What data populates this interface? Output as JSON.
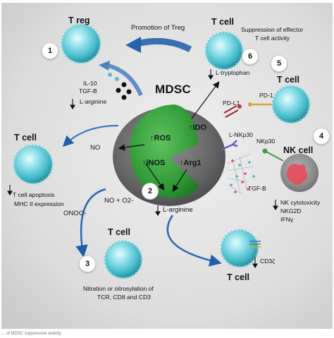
{
  "center": {
    "title": "MDSC",
    "enzymes": [
      "ROS",
      "IDO",
      "iNOS",
      "Arg1"
    ]
  },
  "cells": {
    "treg": "T reg",
    "t_top": "T cell",
    "t_right": "T cell",
    "t_left": "T cell",
    "t_bottom_left": "T cell",
    "t_bottom_right": "T cell",
    "nk": "NK cell"
  },
  "numbers": [
    "1",
    "2",
    "3",
    "4",
    "5",
    "6"
  ],
  "labels": {
    "promotion_treg": "Promotion of Treg",
    "suppression_line1": "Suppression of effector",
    "suppression_line2": "T cell activity",
    "il10": "IL-10",
    "tgfb_left": "TGF-B",
    "larginine_left": "L-arginine",
    "ltryptophan": "L-tryptophan",
    "pdl1": "PD-L1",
    "pd1": "PD-1",
    "lnkp30": "L-NKp30",
    "nkp30": "NKp30",
    "tgfb_center": "TGF-B",
    "no": "NO",
    "no_o2": "NO + O2-",
    "onoo": "ONOO-",
    "larginine_center": "L-arginine",
    "apoptosis": "T cell apoptosis",
    "mhc": "MHC II expression",
    "nitration_line1": "Nitration or nitrosylation of",
    "nitration_line2": "TCR, CD8 and CD3",
    "nk_cytotox": "NK cytotoxicity",
    "nkg2d": "NKG2D",
    "ifn": "IFNγ",
    "cd3z": "CD3ζ"
  },
  "caption": "... of MDSC suppressive activity"
}
